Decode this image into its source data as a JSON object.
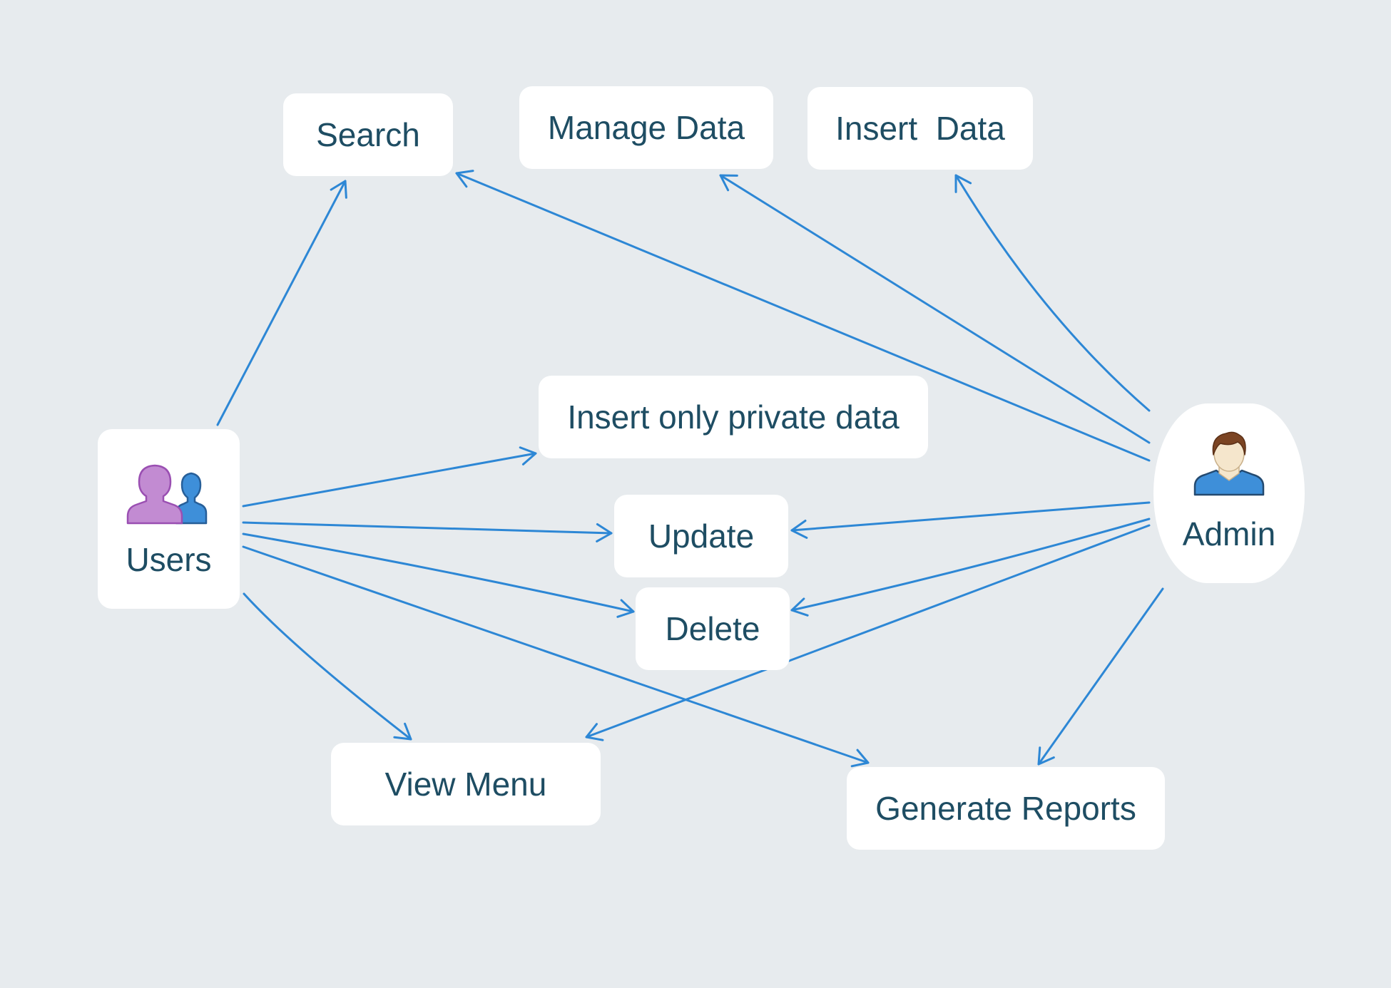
{
  "colors": {
    "background": "#e7ebee",
    "box": "#ffffff",
    "text": "#1e4d63",
    "arrow": "#2d87d5"
  },
  "actors": {
    "users": {
      "label": "Users",
      "icon": "users-group-icon"
    },
    "admin": {
      "label": "Admin",
      "icon": "admin-person-icon"
    }
  },
  "use_cases": {
    "search": "Search",
    "manage_data": "Manage Data",
    "insert_data": "Insert  Data",
    "insert_private": "Insert only private data",
    "update": "Update",
    "delete": "Delete",
    "view_menu": "View Menu",
    "generate_reports": "Generate Reports"
  },
  "relations": [
    {
      "from": "Users",
      "to": "Search"
    },
    {
      "from": "Users",
      "to": "Insert only private data"
    },
    {
      "from": "Users",
      "to": "Update"
    },
    {
      "from": "Users",
      "to": "Delete"
    },
    {
      "from": "Users",
      "to": "Generate Reports"
    },
    {
      "from": "Users",
      "to": "View Menu"
    },
    {
      "from": "Admin",
      "to": "Search"
    },
    {
      "from": "Admin",
      "to": "Manage Data"
    },
    {
      "from": "Admin",
      "to": "Insert  Data"
    },
    {
      "from": "Admin",
      "to": "Update"
    },
    {
      "from": "Admin",
      "to": "Delete"
    },
    {
      "from": "Admin",
      "to": "View Menu"
    },
    {
      "from": "Admin",
      "to": "Generate Reports"
    }
  ]
}
